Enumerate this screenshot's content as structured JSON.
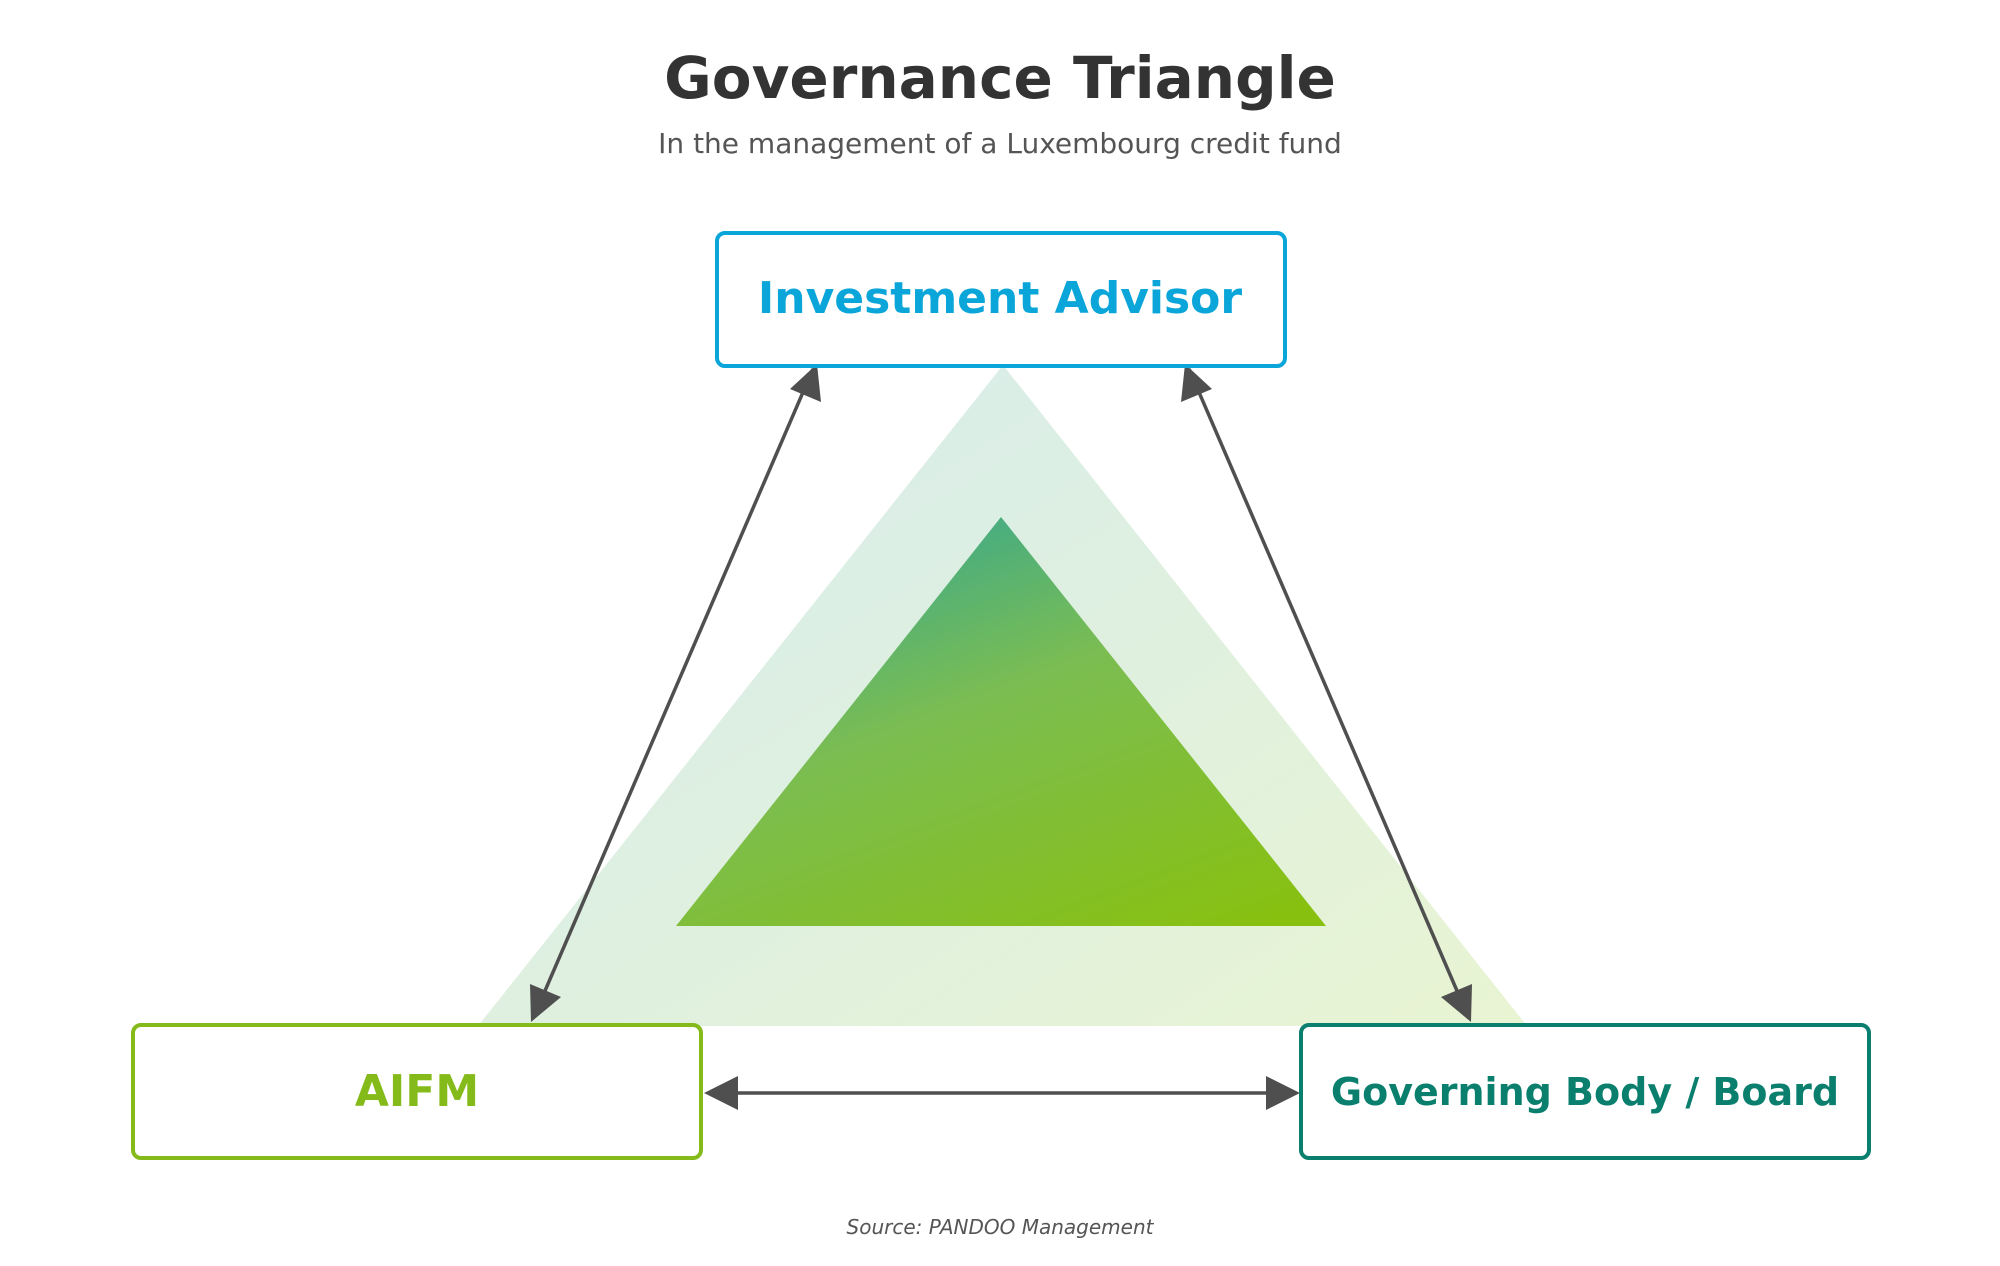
{
  "title": "Governance Triangle",
  "subtitle": "In the management of a Luxembourg credit fund",
  "nodes": {
    "top": {
      "label": "Investment Advisor",
      "color": "#0aa5d9"
    },
    "left": {
      "label": "AIFM",
      "color": "#84bb1a"
    },
    "right": {
      "label": "Governing Body / Board",
      "color": "#0a7f6e"
    }
  },
  "colors": {
    "connector": "#4f4f4f",
    "outer_triangle_start": "#d6ecee",
    "outer_triangle_end": "#e6f2d3",
    "inner_triangle_start": "#3aa98c",
    "inner_triangle_end": "#88c010"
  },
  "connections": [
    {
      "from": "Investment Advisor",
      "to": "AIFM",
      "bidirectional": true
    },
    {
      "from": "Investment Advisor",
      "to": "Governing Body / Board",
      "bidirectional": true
    },
    {
      "from": "AIFM",
      "to": "Governing Body / Board",
      "bidirectional": true
    }
  ],
  "source": "Source: PANDOO Management"
}
